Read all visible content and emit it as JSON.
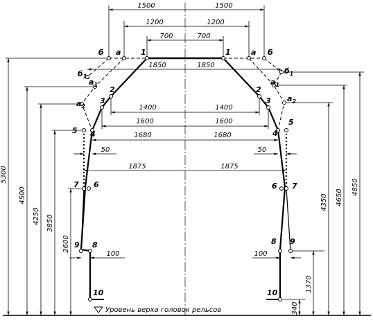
{
  "horizontal_dims": {
    "d1500": "1500",
    "d1200": "1200",
    "d700": "700",
    "d1850": "1850",
    "d1400": "1400",
    "d1600": "1600",
    "d1680": "1680",
    "d50": "50",
    "d1875": "1875",
    "d100": "100"
  },
  "vertical_dims": {
    "d5300": "5300",
    "d4500": "4500",
    "d4250": "4250",
    "d3850": "3850",
    "d2600": "2600",
    "d4350": "4350",
    "d4650": "4650",
    "d4850": "4850",
    "d1370": "1370",
    "d340": "340"
  },
  "point_labels": {
    "p1": "1",
    "p2": "2",
    "p3": "3",
    "p4": "4",
    "p5": "5",
    "p6": "6",
    "p7": "7",
    "p8": "8",
    "p9": "9",
    "p10": "10",
    "a": "а",
    "b": "б",
    "a1": "а",
    "b1": "б",
    "a2": "а",
    "sub1": "1",
    "sub2": "2"
  },
  "caption": "Уровень верха головок рельсов"
}
